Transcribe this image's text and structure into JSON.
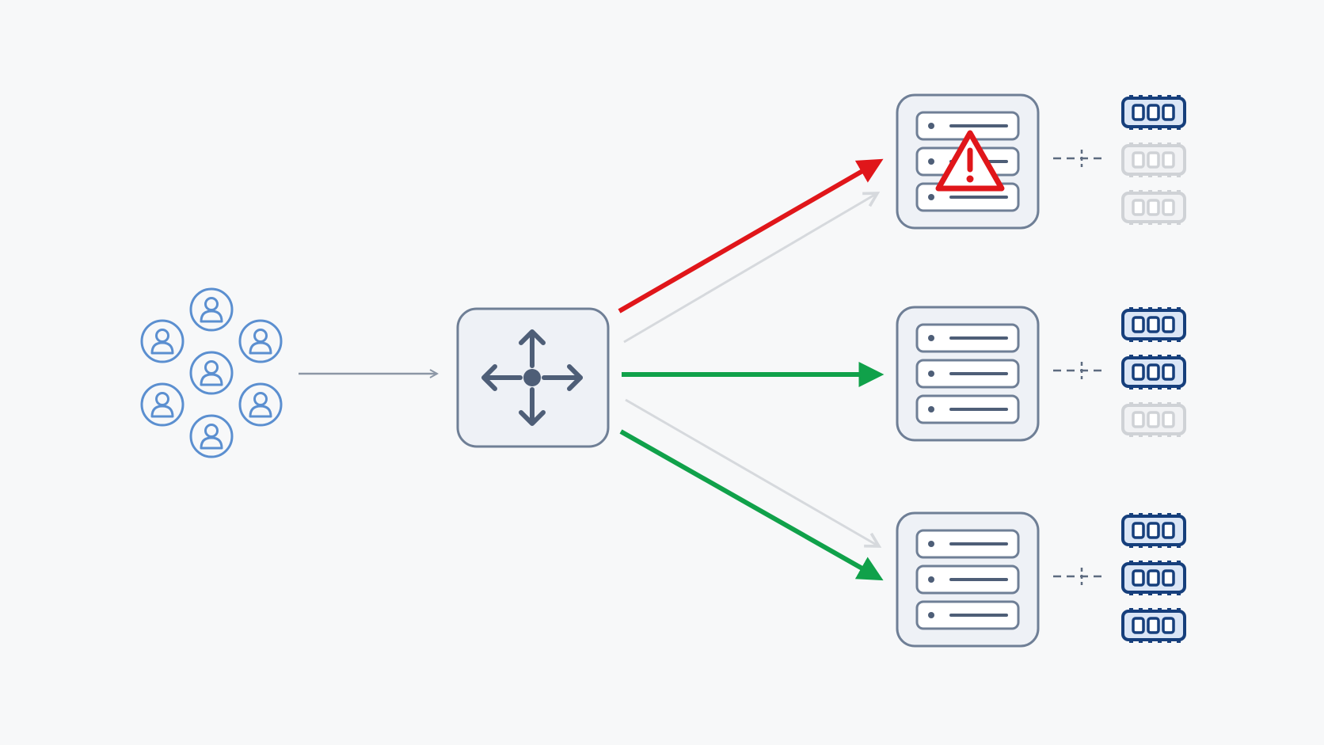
{
  "colors": {
    "background": "#f7f8f9",
    "user_icon": "#5b8fd0",
    "device_stroke": "#6f7f96",
    "device_fill": "#eef1f6",
    "device_glyph": "#4e5e77",
    "arrow_neutral": "#8c97a6",
    "arrow_failed": "#e0161a",
    "arrow_active": "#10a14a",
    "arrow_inactive": "#d6d9dd",
    "warning": "#e0161a",
    "module_active": "#163f7c",
    "module_active_fill": "#dbe6f6",
    "module_inactive": "#cfd2d6",
    "link_dash": "#5d6b80"
  },
  "diagram": {
    "users": {
      "icon": "user-icon",
      "count": 7
    },
    "load_balancer": {
      "icon": "four-way-arrows-icon"
    },
    "servers": [
      {
        "icon": "server-rack-icon",
        "status": "warning",
        "status_icon": "warning-triangle-icon",
        "route": "failed",
        "secondary_route": "inactive",
        "modules": [
          "active",
          "inactive",
          "inactive"
        ]
      },
      {
        "icon": "server-rack-icon",
        "status": "healthy",
        "route": "active",
        "modules": [
          "active",
          "active",
          "inactive"
        ]
      },
      {
        "icon": "server-rack-icon",
        "status": "healthy",
        "route": "active",
        "secondary_route": "inactive",
        "modules": [
          "active",
          "active",
          "active"
        ]
      }
    ]
  }
}
